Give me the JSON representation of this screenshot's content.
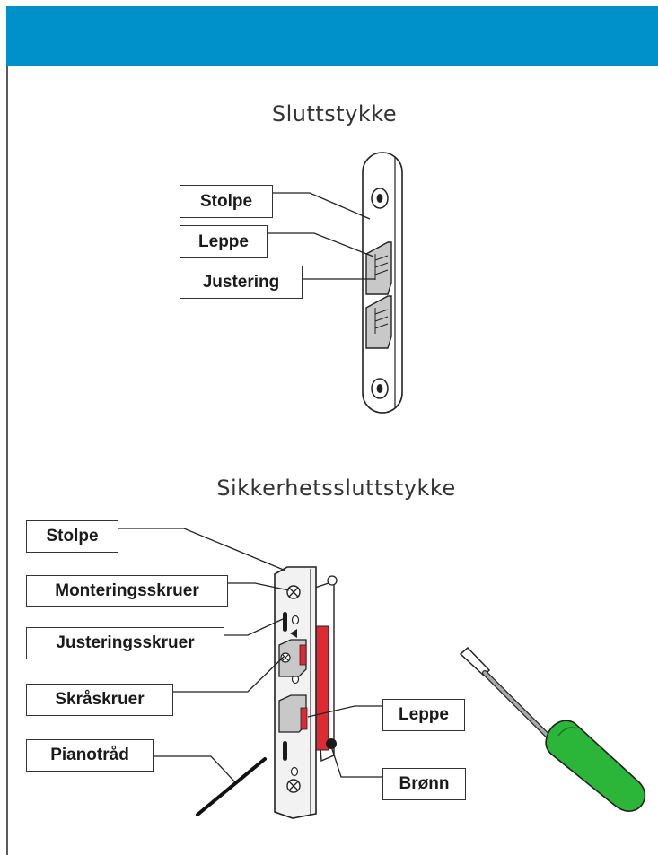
{
  "colors": {
    "header": "#0091cb",
    "strike_fill": "#e4e4e4",
    "recess_fill": "#c8c8c8",
    "red_accent": "#e02a32",
    "screwdriver_handle": "#2bb63a"
  },
  "sections": [
    {
      "title": "Sluttstykke",
      "labels": [
        "Stolpe",
        "Leppe",
        "Justering"
      ]
    },
    {
      "title": "Sikkerhetssluttstykke",
      "labels": [
        "Stolpe",
        "Monteringsskruer",
        "Justeringsskruer",
        "Skråskruer",
        "Pianotråd",
        "Leppe",
        "Brønn"
      ]
    }
  ]
}
